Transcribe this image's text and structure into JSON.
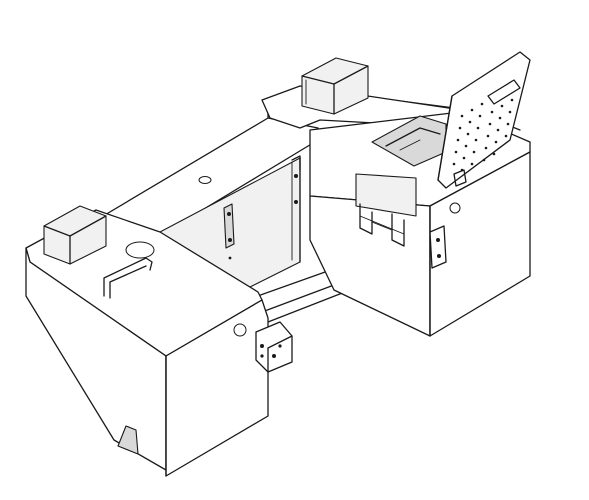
{
  "figure": {
    "background": "#ffffff",
    "stroke_color": "#1a1a1a",
    "components": [
      "left-tank",
      "right-tank",
      "center-compartment",
      "hinged-grate-lid",
      "bumper-pads",
      "mounting-brackets",
      "connecting-rod",
      "handle-loop"
    ]
  }
}
